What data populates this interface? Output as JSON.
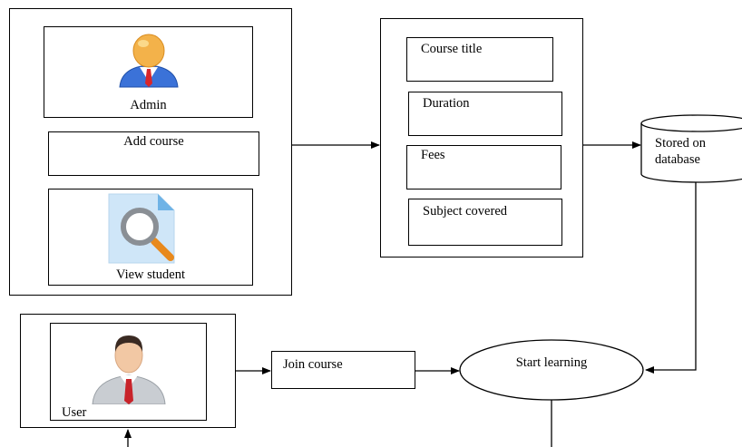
{
  "admin_panel": {
    "admin_label": "Admin",
    "add_course_label": "Add course",
    "view_student_label": "View student",
    "icons": {
      "admin": "admin-avatar-icon",
      "view_student": "document-search-icon"
    }
  },
  "course_form": {
    "fields": [
      "Course title",
      "Duration",
      "Fees",
      "Subject covered"
    ]
  },
  "database": {
    "line1": "Stored on",
    "line2": "database"
  },
  "user_panel": {
    "user_label": "User",
    "icons": {
      "user": "user-avatar-icon"
    }
  },
  "join_course_label": "Join course",
  "start_learning_label": "Start learning"
}
